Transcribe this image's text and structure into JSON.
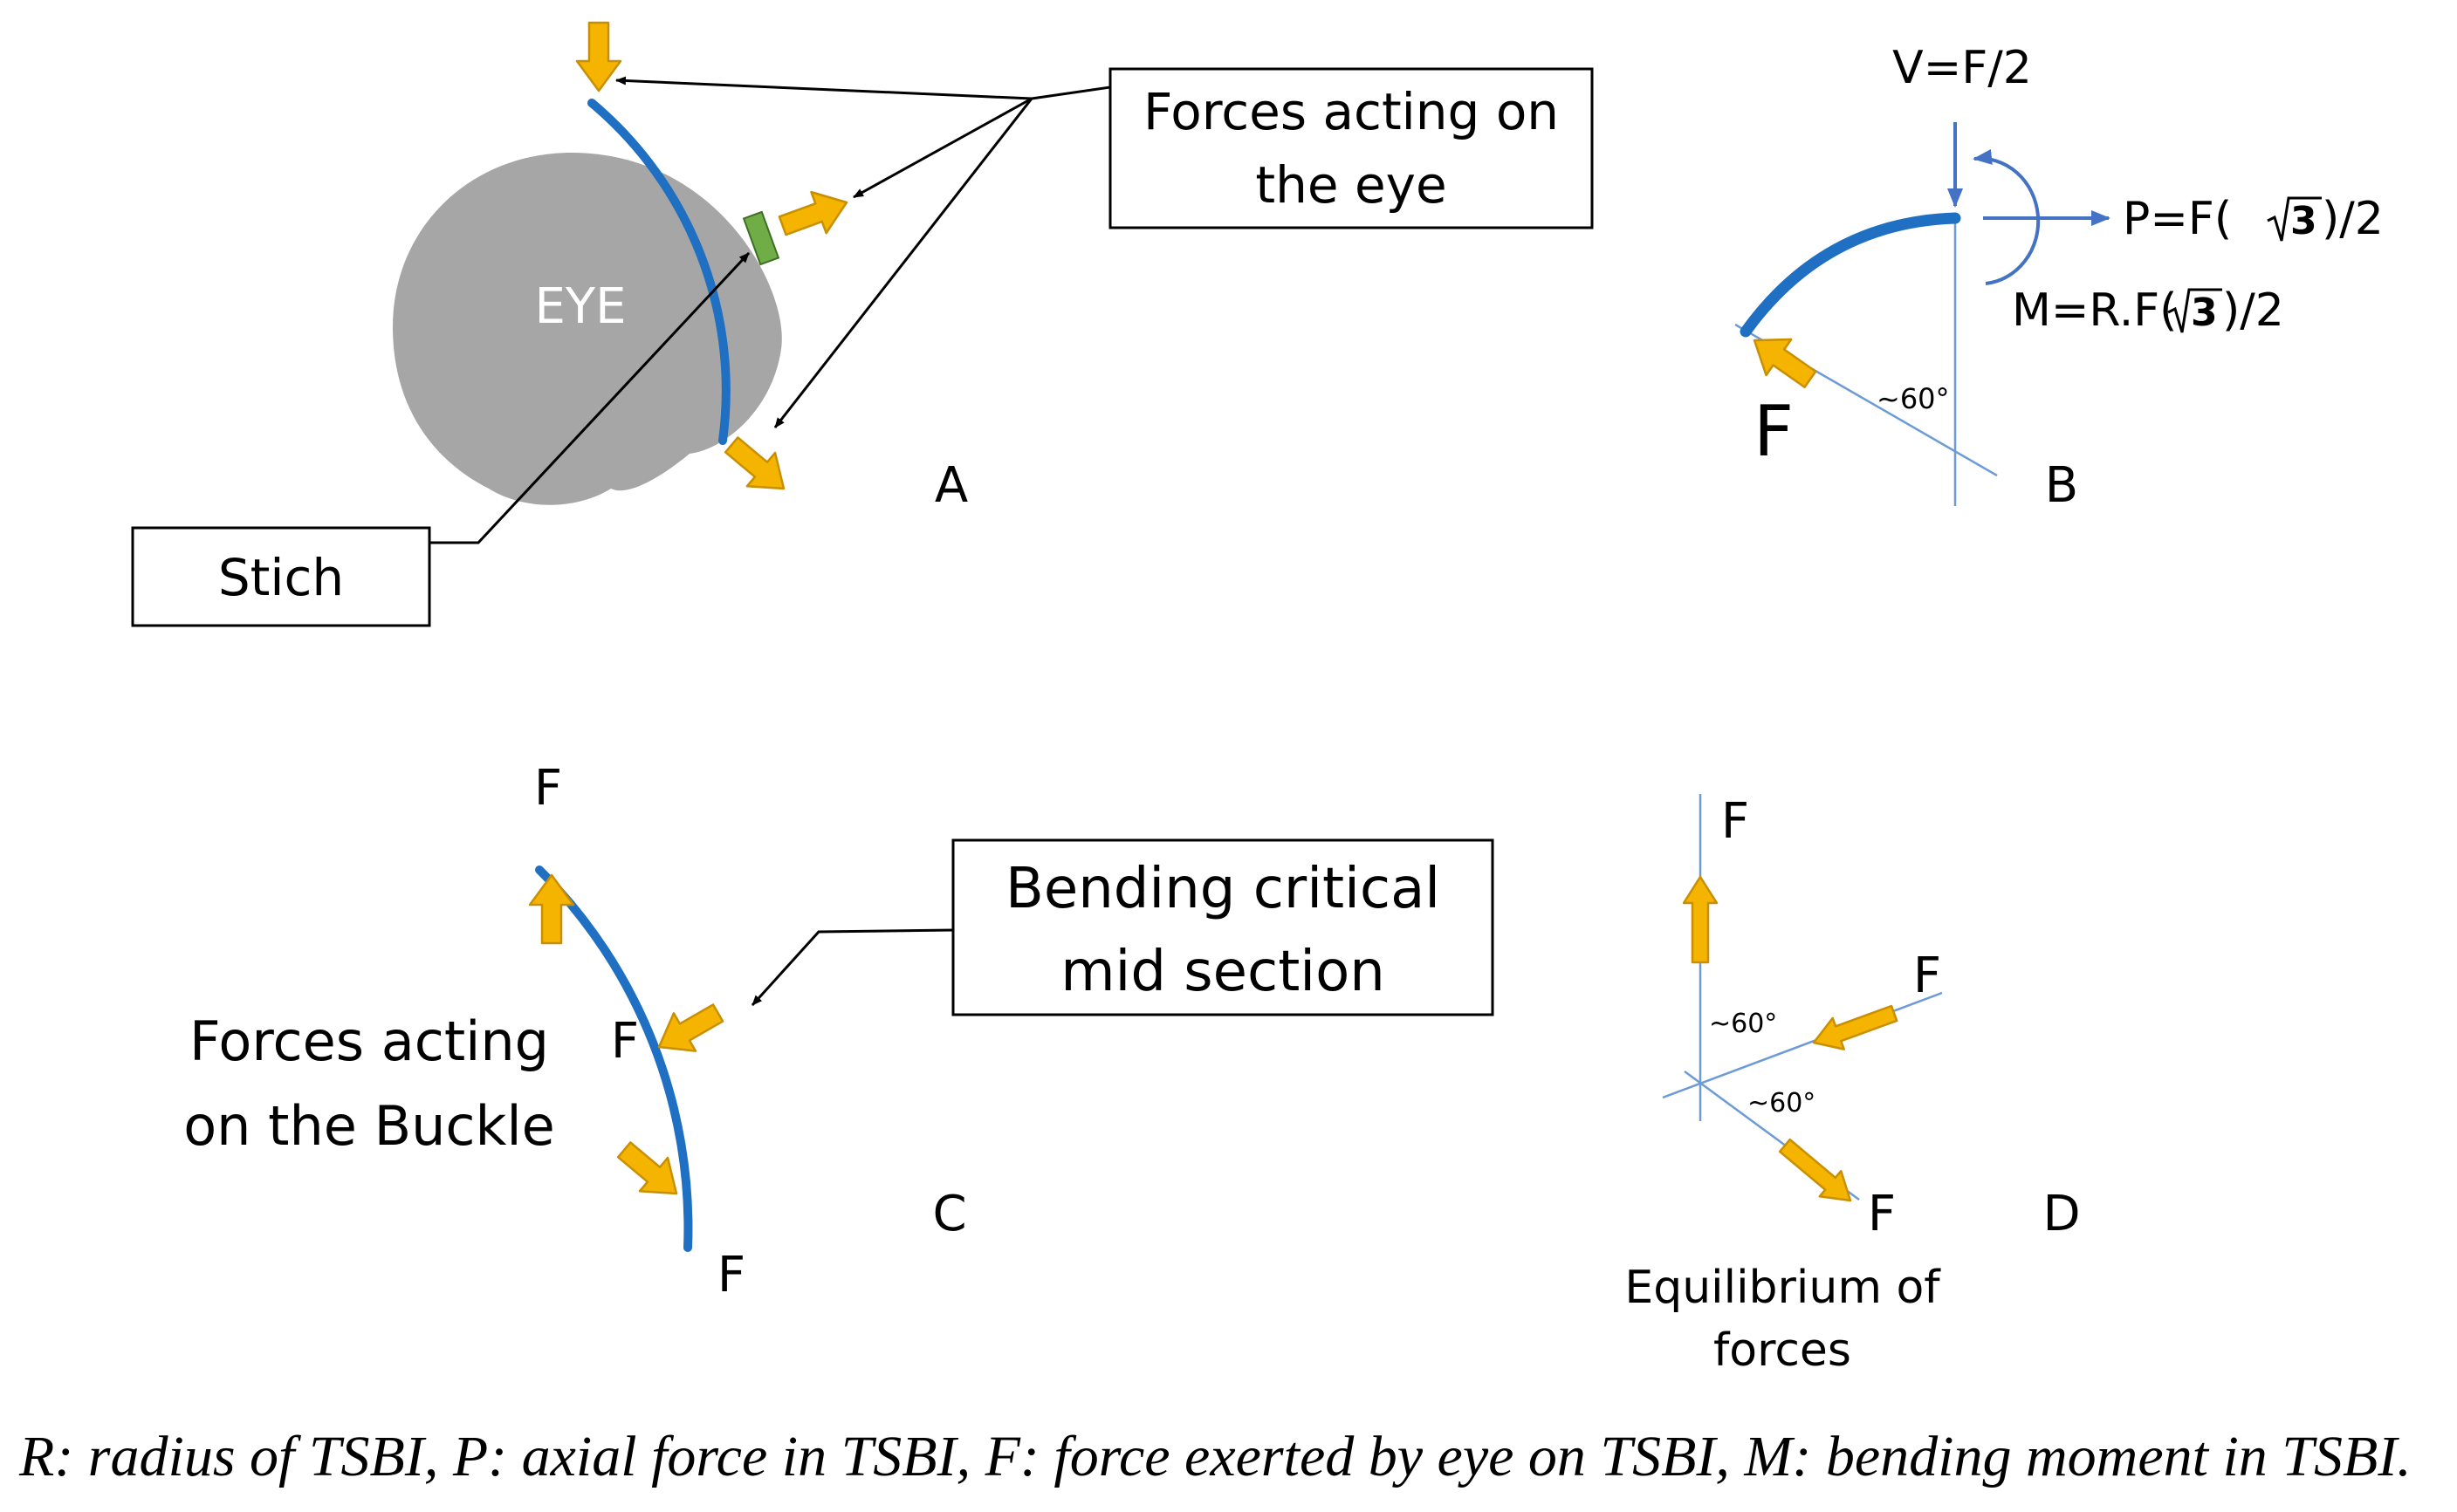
{
  "panel_a": {
    "eye_label": "EYE",
    "callout_forces": [
      "Forces acting on",
      "the eye"
    ],
    "callout_stitch": "Stich",
    "panel_letter": "A"
  },
  "panel_b": {
    "v_label": "V=F/2",
    "p_label_pre": "P=F(",
    "p_label_post": ")/2",
    "m_label_pre": "M=R.F(",
    "m_label_post": ")/2",
    "sqrt_radicand": "3",
    "angle_label": "~60°",
    "force_label": "F",
    "panel_letter": "B"
  },
  "panel_c": {
    "force_label_top": "F",
    "force_label_mid": "F",
    "force_label_bottom": "F",
    "callout_bending": [
      "Bending critical",
      "mid section"
    ],
    "forces_text": [
      "Forces acting",
      "on the Buckle"
    ],
    "panel_letter": "C"
  },
  "panel_d": {
    "force_label_top": "F",
    "force_label_right": "F",
    "force_label_bottom": "F",
    "angle_label_1": "~60°",
    "angle_label_2": "~60°",
    "caption": [
      "Equilibrium of",
      "forces"
    ],
    "panel_letter": "D"
  },
  "caption": "R: radius of TSBI, P: axial force in TSBI, F: force exerted by eye on TSBI, M: bending moment in TSBI.",
  "colors": {
    "buckle_blue": "#1f6fc2",
    "force_orange": "#f4b400",
    "force_outline": "#c98f00",
    "eye_gray": "#a6a6a6",
    "stitch_green": "#70ad47",
    "annotation_blue": "#4472c4",
    "guide_line_blue": "#6d9bd6"
  }
}
